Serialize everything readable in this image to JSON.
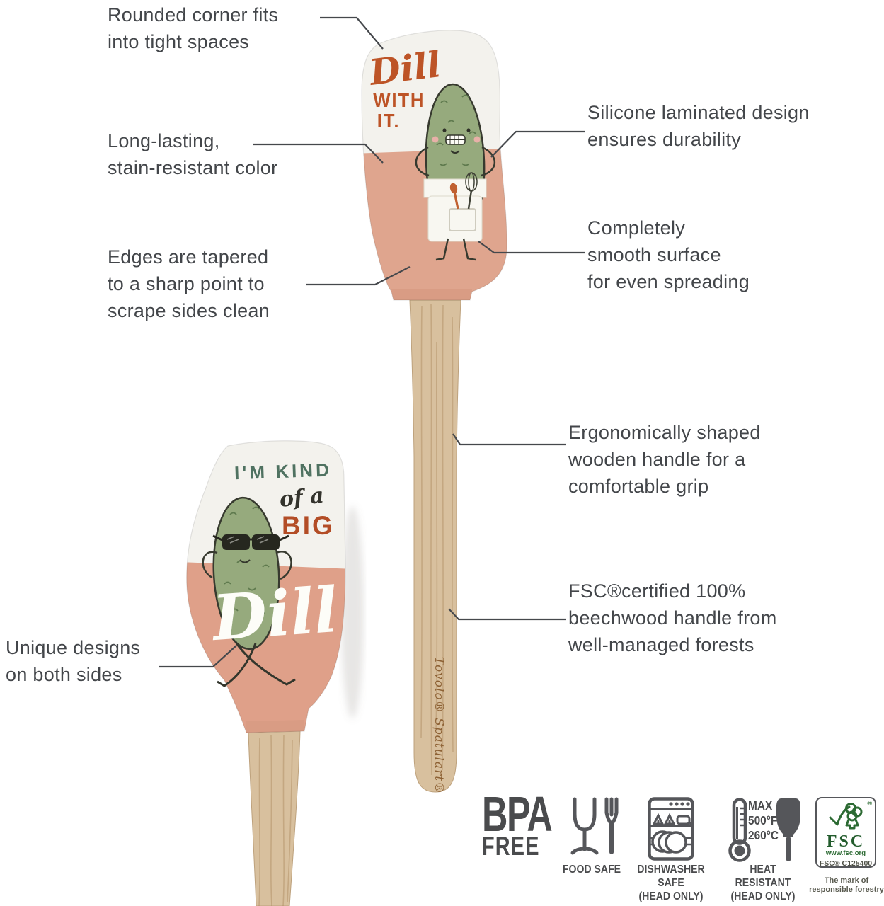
{
  "callouts": {
    "rounded_corner": "Rounded corner fits\ninto tight spaces",
    "stain_resistant": "Long-lasting,\nstain-resistant color",
    "tapered_edges": "Edges are tapered\nto a sharp point to\nscrape sides clean",
    "silicone": "Silicone laminated design\nensures durability",
    "smooth_surface": "Completely\nsmooth surface\nfor even spreading",
    "ergonomic_handle": "Ergonomically shaped\nwooden handle for a\ncomfortable grip",
    "fsc_certified": "FSC®certified 100%\nbeechwood handle from\nwell-managed forests",
    "unique_designs": "Unique designs\non both sides"
  },
  "product": {
    "top_spatula": {
      "word1": "Dill",
      "word2": "WITH",
      "word3": "IT.",
      "handle_brand": "Tovolo® Spatulart®"
    },
    "bottom_spatula": {
      "word1": "I'M KIND",
      "word2": "of a",
      "word3": "BIG",
      "word4": "Dill"
    }
  },
  "badges": {
    "bpa": {
      "line1": "BPA",
      "line2": "FREE"
    },
    "food_safe": {
      "label": "FOOD SAFE"
    },
    "dishwasher": {
      "label": "DISHWASHER SAFE\n(HEAD ONLY)"
    },
    "heat": {
      "rating": "MAX\n500°F\n260°C",
      "label": "HEAT RESISTANT\n(HEAD ONLY)"
    },
    "fsc": {
      "reg": "®",
      "name": "FSC",
      "url": "www.fsc.org",
      "cert": "FSC® C125400",
      "tagline": "The mark of\nresponsible forestry"
    }
  },
  "colors": {
    "silicone_peach": "#dfa58e",
    "head_white": "#f3f2ed",
    "wood": "#d8c09e",
    "pickle_green": "#96aa7d",
    "accent_orange": "#bd5427",
    "callout_text": "#43464a",
    "icon_gray": "#55565a",
    "fsc_green": "#2c6a33"
  }
}
